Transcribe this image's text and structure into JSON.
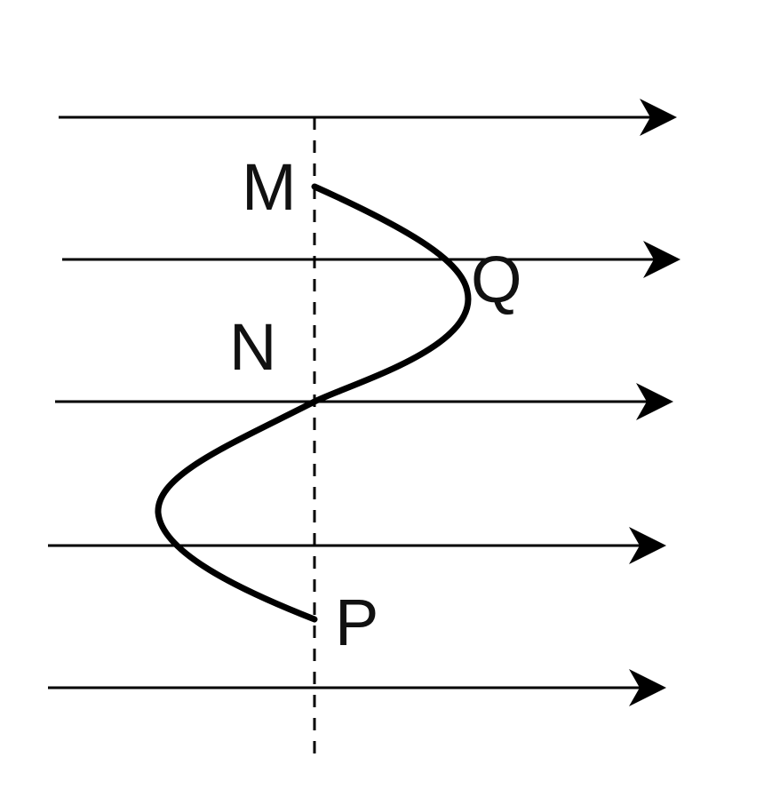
{
  "labels": {
    "m": "M",
    "n": "N",
    "q": "Q",
    "p": "P"
  },
  "colors": {
    "stroke": "#000000",
    "text": "#111111",
    "background": "#ffffff"
  }
}
